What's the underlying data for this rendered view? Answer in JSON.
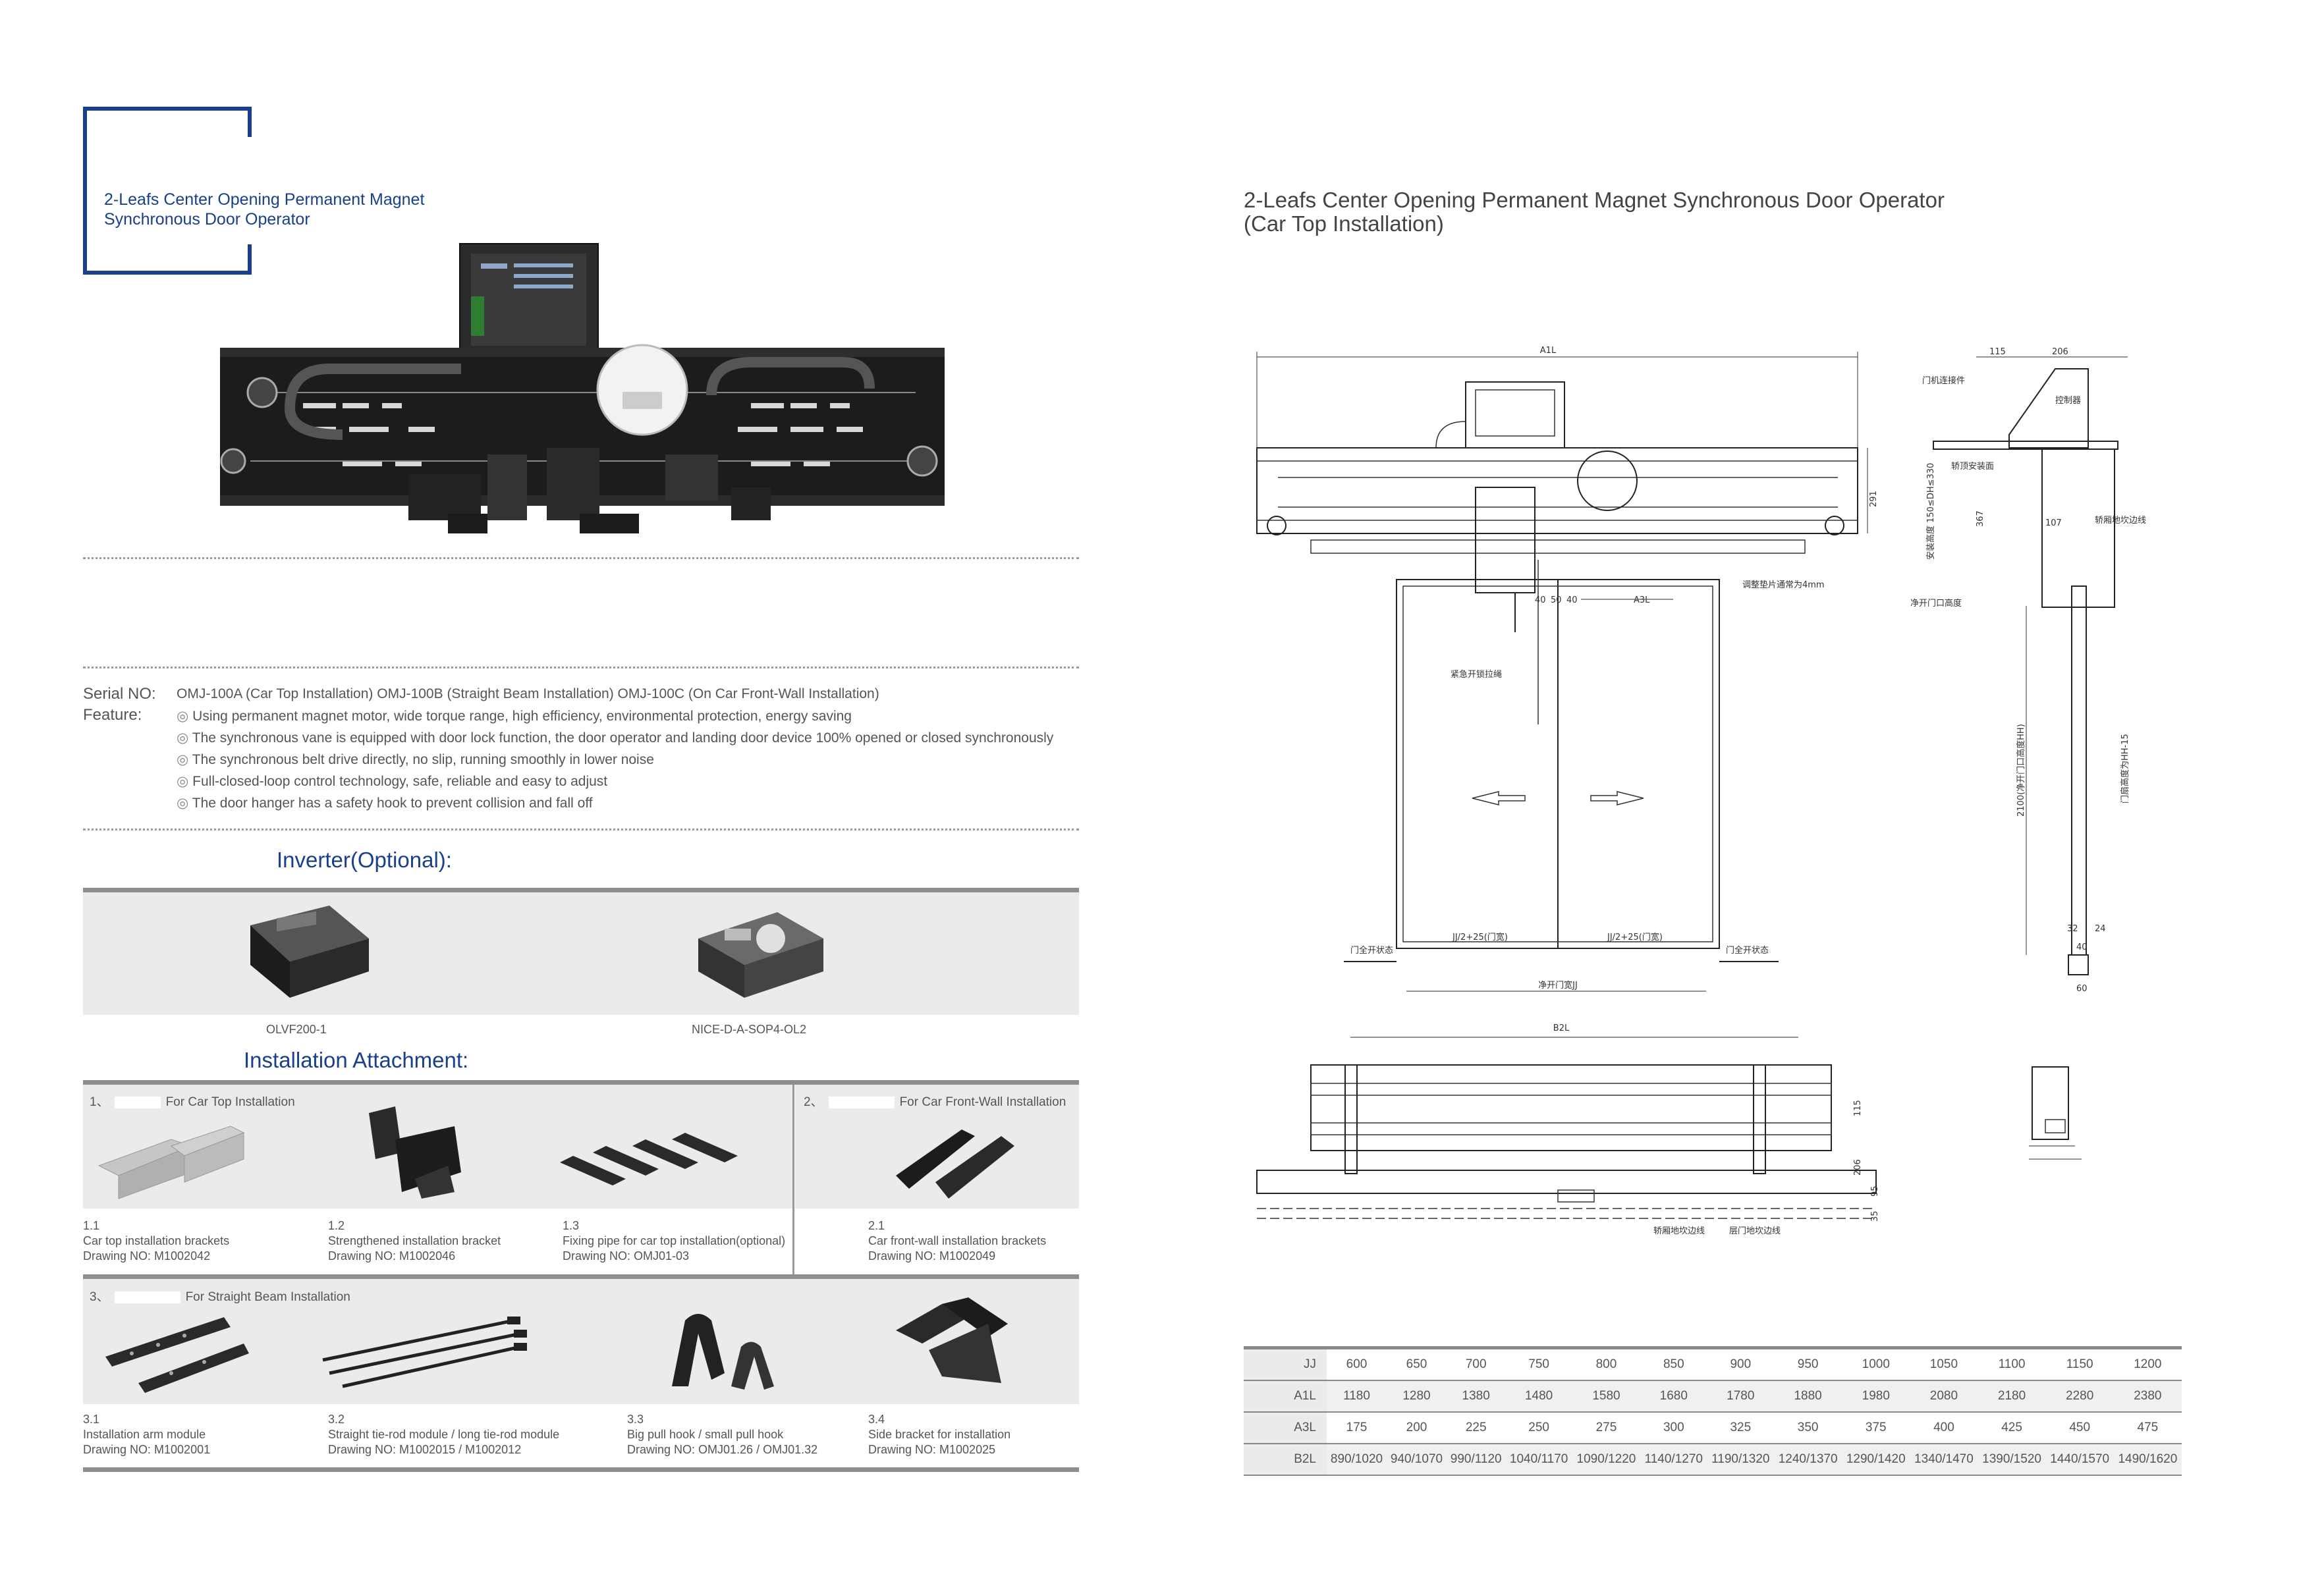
{
  "left": {
    "header_title_line1": "2-Leafs Center Opening Permanent Magnet",
    "header_title_line2": "Synchronous Door Operator",
    "serial_label": "Serial NO:",
    "serial_value": "OMJ-100A (Car Top Installation)   OMJ-100B (Straight Beam Installation)   OMJ-100C (On Car Front-Wall Installation)",
    "feature_label": "Feature:",
    "features": [
      "Using permanent magnet motor, wide torque range, high efficiency, environmental protection, energy saving",
      "The synchronous vane is equipped with door lock function, the door operator and landing door device 100% opened or closed synchronously",
      "The synchronous belt drive directly, no slip, running smoothly in lower noise",
      "Full-closed-loop control technology, safe, reliable and easy to adjust",
      "The door hanger has a safety hook to prevent collision and fall off"
    ],
    "inverter_title": "Inverter(Optional):",
    "inverters": [
      "OLVF200-1",
      "NICE-D-A-SOP4-OL2"
    ],
    "attachment_title": "Installation Attachment:",
    "group1_no": "1、",
    "group1_title": "For Car Top Installation",
    "group2_no": "2、",
    "group2_title": "For Car Front-Wall Installation",
    "group3_no": "3、",
    "group3_title": "For Straight Beam Installation",
    "items": [
      {
        "no": "1.1",
        "name": "Car top installation brackets",
        "drawing": "Drawing NO: M1002042"
      },
      {
        "no": "1.2",
        "name": "Strengthened installation bracket",
        "drawing": "Drawing NO: M1002046"
      },
      {
        "no": "1.3",
        "name": "Fixing pipe for car top installation(optional)",
        "drawing": "Drawing NO: OMJ01-03"
      },
      {
        "no": "2.1",
        "name": "Car front-wall installation brackets",
        "drawing": "Drawing NO: M1002049"
      },
      {
        "no": "3.1",
        "name": "Installation arm module",
        "drawing": "Drawing NO: M1002001"
      },
      {
        "no": "3.2",
        "name": "Straight tie-rod module / long tie-rod module",
        "drawing": "Drawing NO: M1002015 / M1002012"
      },
      {
        "no": "3.3",
        "name": "Big pull hook / small pull hook",
        "drawing": "Drawing NO: OMJ01.26 / OMJ01.32"
      },
      {
        "no": "3.4",
        "name": "Side bracket for installation",
        "drawing": "Drawing NO: M1002025"
      }
    ]
  },
  "right": {
    "title_line1": "2-Leafs Center Opening Permanent Magnet Synchronous Door Operator",
    "title_line2": "(Car Top Installation)",
    "drawing_labels": {
      "a1l": "A1L",
      "a3l": "A3L",
      "b2l": "B2L",
      "d115": "115",
      "d206": "206",
      "d291": "291",
      "d40a": "40",
      "d50": "50",
      "d40b": "40",
      "d367": "367",
      "d107": "107",
      "d32": "32",
      "d24": "24",
      "d40c": "40",
      "d60": "60",
      "d115b": "115",
      "d206b": "206",
      "d95": "95",
      "d35": "35",
      "gap_note": "调整垫片通常为4mm",
      "car_bracket": "门机连接件",
      "sill_mount": "轿顶安装面",
      "car_sill_line": "轿厢地坎边线",
      "clear_height": "净开门口高度",
      "emergency": "紧急开锁拉绳",
      "jj_half_left": "JJ/2+25(门宽)",
      "jj_half_right": "JJ/2+25(门宽)",
      "door_open_left": "门全开状态",
      "door_open_right": "门全开状态",
      "jj_clear": "净开门宽JJ",
      "hh_label": "2100(净开门口高度HH)",
      "door_height": "门扇高度为HH-15",
      "install_height": "安装高度 150≤DH≤330",
      "controller": "控制器",
      "car_sill_bottom": "轿厢地坎边线",
      "landing_sill": "层门地坎边线"
    },
    "table": {
      "rows": [
        {
          "label": "JJ",
          "values": [
            "600",
            "650",
            "700",
            "750",
            "800",
            "850",
            "900",
            "950",
            "1000",
            "1050",
            "1100",
            "1150",
            "1200"
          ]
        },
        {
          "label": "A1L",
          "values": [
            "1180",
            "1280",
            "1380",
            "1480",
            "1580",
            "1680",
            "1780",
            "1880",
            "1980",
            "2080",
            "2180",
            "2280",
            "2380"
          ]
        },
        {
          "label": "A3L",
          "values": [
            "175",
            "200",
            "225",
            "250",
            "275",
            "300",
            "325",
            "350",
            "375",
            "400",
            "425",
            "450",
            "475"
          ]
        },
        {
          "label": "B2L",
          "values": [
            "890/1020",
            "940/1070",
            "990/1120",
            "1040/1170",
            "1090/1220",
            "1140/1270",
            "1190/1320",
            "1240/1370",
            "1290/1420",
            "1340/1470",
            "1390/1520",
            "1440/1570",
            "1490/1620"
          ]
        }
      ]
    }
  }
}
